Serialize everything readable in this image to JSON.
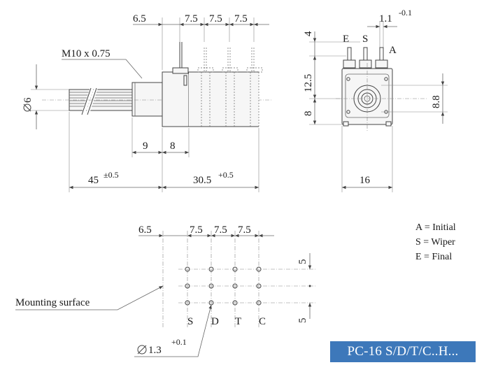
{
  "side_view": {
    "dim_top": [
      "6.5",
      "7.5",
      "7.5",
      "7.5"
    ],
    "thread_label": "M10 x 0.75",
    "diameter_label": "6",
    "dim_bushing": "9",
    "dim_section": "8",
    "dim_shaft": "45",
    "dim_shaft_tol": "±0.5",
    "dim_body": "30.5",
    "dim_body_tol": "+0.5"
  },
  "front_view": {
    "dim_pin_width": "1.1",
    "dim_pin_width_tol": "-0.1",
    "pin_labels": [
      "E",
      "S",
      "A"
    ],
    "dim_pin_height": "4",
    "dim_pin_spacing": "12.5",
    "dim_lower": "8",
    "dim_bore": "8.8",
    "dim_width": "16"
  },
  "pcb_layout": {
    "dim_top": [
      "6.5",
      "7.5",
      "7.5",
      "7.5"
    ],
    "mounting_label": "Mounting surface",
    "column_labels": [
      "S",
      "D",
      "T",
      "C"
    ],
    "dim_row_top": "5",
    "dim_row_bottom": "5",
    "hole_diameter": "1.3",
    "hole_tol": "+0.1"
  },
  "legend": {
    "items": [
      "A = Initial",
      "S = Wiper",
      "E = Final"
    ]
  },
  "title": "PC-16 S/D/T/C..H..."
}
